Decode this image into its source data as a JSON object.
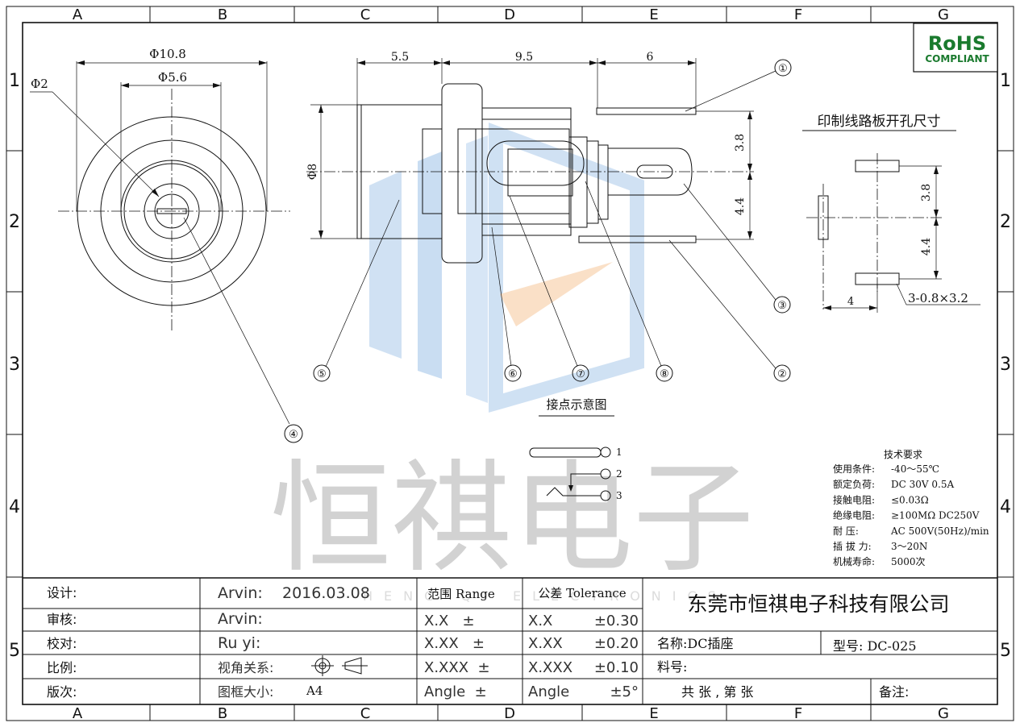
{
  "border": {
    "columns": [
      "A",
      "B",
      "C",
      "D",
      "E",
      "F",
      "G"
    ],
    "rows": [
      "1",
      "2",
      "3",
      "4",
      "5"
    ]
  },
  "rohs": {
    "line1": "RoHS",
    "line2": "COMPLIANT",
    "color": "#1a7a2e"
  },
  "watermark": {
    "chars": "恒祺电子",
    "sub": "HENG QI ELECTRONICS"
  },
  "front_view": {
    "dim_outer": "Φ10.8",
    "dim_inner": "Φ5.6",
    "dim_pin": "Φ2",
    "callout_4": "④"
  },
  "side_view": {
    "dim_a": "5.5",
    "dim_b": "9.5",
    "dim_c": "6",
    "dim_dia": "Φ8",
    "dim_v1": "3.8",
    "dim_v2": "4.4",
    "callouts": [
      "①",
      "②",
      "③",
      "⑤",
      "⑥",
      "⑦",
      "⑧"
    ]
  },
  "pcb": {
    "title": "印制线路板开孔尺寸",
    "dim_v1": "3.8",
    "dim_v2": "4.4",
    "dim_h": "4",
    "hole_spec": "3-0.8×3.2"
  },
  "contact": {
    "title": "接点示意图",
    "pins": [
      "1",
      "2",
      "3"
    ]
  },
  "tech": {
    "title": "技术要求",
    "rows": [
      {
        "label": "使用条件:",
        "value": "-40～55℃"
      },
      {
        "label": "额定负荷:",
        "value": "DC 30V 0.5A"
      },
      {
        "label": "接触电阻:",
        "value": "≤0.03Ω"
      },
      {
        "label": "绝缘电阻:",
        "value": "≥100MΩ DC250V"
      },
      {
        "label": "耐    压:",
        "value": "AC 500V(50Hz)/min"
      },
      {
        "label": "插 拔 力:",
        "value": "3～20N"
      },
      {
        "label": "机械寿命:",
        "value": "5000次"
      }
    ]
  },
  "title_block": {
    "labels": [
      "设计:",
      "审核:",
      "校对:",
      "比例:",
      "版次:"
    ],
    "names": [
      "Arvin:",
      "Arvin:",
      "Ru  yi:",
      "视角关系:",
      "图框大小:"
    ],
    "date": "2016.03.08",
    "frame_size": "A4",
    "range_header": "范围 Range",
    "tol_header": "公差 Tolerance",
    "ranges": [
      "X.X   ±",
      "X.XX   ±",
      "X.XXX  ±",
      "Angle  ±"
    ],
    "tols": [
      {
        "k": "X.X",
        "v": "±0.30"
      },
      {
        "k": "X.XX",
        "v": "±0.20"
      },
      {
        "k": "X.XXX",
        "v": "±0.10"
      },
      {
        "k": "Angle",
        "v": "±5°"
      }
    ],
    "company": "东莞市恒祺电子科技有限公司",
    "part_name": "名称:DC插座",
    "model": "型号: DC-025",
    "material": "料号:",
    "sheets": "共    张  ,  第    张",
    "remarks": "备注:"
  }
}
